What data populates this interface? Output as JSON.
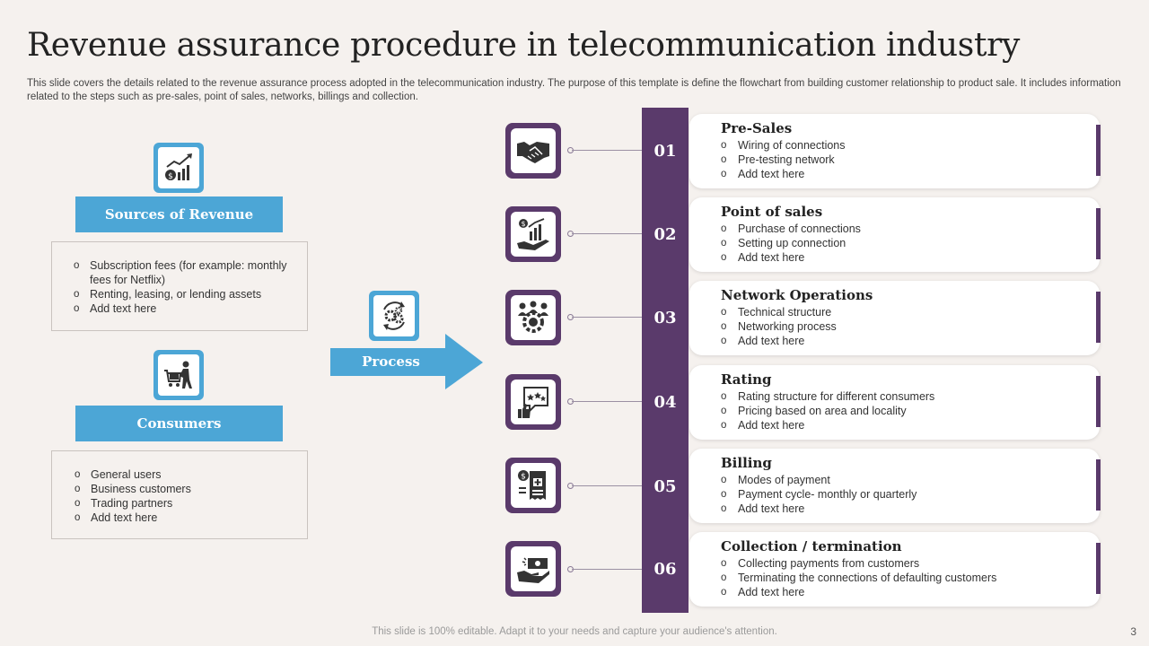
{
  "title": "Revenue assurance procedure in telecommunication industry",
  "subtitle": "This slide covers the details related to the revenue assurance process adopted in the telecommunication industry. The purpose of this template is define the flowchart from building customer relationship to product sale. It includes information related to the steps such as pre-sales, point of sales, networks, billings and collection.",
  "sources": {
    "icon": "money-growth-chart-icon",
    "label": "Sources of Revenue",
    "items": [
      "Subscription fees (for example: monthly fees for Netflix)",
      "Renting, leasing, or lending assets",
      "Add text here"
    ]
  },
  "consumers": {
    "icon": "shopping-cart-person-icon",
    "label": "Consumers",
    "items": [
      "General users",
      "Business customers",
      "Trading partners",
      "Add text here"
    ]
  },
  "process": {
    "icon": "gears-cycle-icon",
    "label": "Process"
  },
  "steps": [
    {
      "num": "01",
      "icon": "handshake-icon",
      "title": "Pre-Sales",
      "items": [
        "Wiring of connections",
        "Pre-testing network",
        "Add text here"
      ]
    },
    {
      "num": "02",
      "icon": "hand-growth-chart-icon",
      "title": "Point of sales",
      "items": [
        "Purchase of connections",
        "Setting up connection",
        "Add text here"
      ]
    },
    {
      "num": "03",
      "icon": "team-gear-icon",
      "title": "Network Operations",
      "items": [
        "Technical structure",
        "Networking process",
        "Add text here"
      ]
    },
    {
      "num": "04",
      "icon": "rating-thumbs-up-icon",
      "title": "Rating",
      "items": [
        "Rating structure for different  consumers",
        "Pricing based on area and locality",
        "Add text here"
      ]
    },
    {
      "num": "05",
      "icon": "billing-receipt-icon",
      "title": "Billing",
      "items": [
        "Modes of payment",
        "Payment cycle- monthly or quarterly",
        "Add text here"
      ]
    },
    {
      "num": "06",
      "icon": "hand-cash-icon",
      "title": "Collection / termination",
      "items": [
        "Collecting payments from customers",
        "Terminating  the connections of defaulting customers",
        "Add text here"
      ]
    }
  ],
  "footer": "This slide is 100% editable. Adapt it to your needs and capture your audience's attention.",
  "page_number": "3",
  "colors": {
    "blue": "#4ca6d6",
    "purple": "#5a3a6b",
    "background": "#f5f1ee"
  }
}
